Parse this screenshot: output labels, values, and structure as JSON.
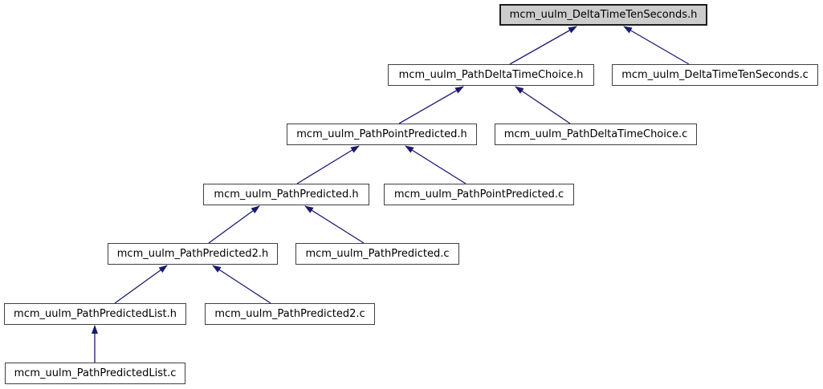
{
  "graph": {
    "type": "include-dependency-graph",
    "edge_color": "#191970",
    "node_fill": "#ffffff",
    "highlight_fill": "#cccccc",
    "border_color": "#404040",
    "nodes": [
      {
        "id": "n0",
        "label": "mcm_uulm_DeltaTimeTenSeconds.h",
        "highlighted": true
      },
      {
        "id": "n1",
        "label": "mcm_uulm_PathDeltaTimeChoice.h",
        "highlighted": false
      },
      {
        "id": "n2",
        "label": "mcm_uulm_DeltaTimeTenSeconds.c",
        "highlighted": false
      },
      {
        "id": "n3",
        "label": "mcm_uulm_PathPointPredicted.h",
        "highlighted": false
      },
      {
        "id": "n4",
        "label": "mcm_uulm_PathDeltaTimeChoice.c",
        "highlighted": false
      },
      {
        "id": "n5",
        "label": "mcm_uulm_PathPredicted.h",
        "highlighted": false
      },
      {
        "id": "n6",
        "label": "mcm_uulm_PathPointPredicted.c",
        "highlighted": false
      },
      {
        "id": "n7",
        "label": "mcm_uulm_PathPredicted2.h",
        "highlighted": false
      },
      {
        "id": "n8",
        "label": "mcm_uulm_PathPredicted.c",
        "highlighted": false
      },
      {
        "id": "n9",
        "label": "mcm_uulm_PathPredictedList.h",
        "highlighted": false
      },
      {
        "id": "n10",
        "label": "mcm_uulm_PathPredicted2.c",
        "highlighted": false
      },
      {
        "id": "n11",
        "label": "mcm_uulm_PathPredictedList.c",
        "highlighted": false
      }
    ],
    "edges": [
      {
        "from": "mcm_uulm_PathDeltaTimeChoice.h",
        "to": "mcm_uulm_DeltaTimeTenSeconds.h"
      },
      {
        "from": "mcm_uulm_DeltaTimeTenSeconds.c",
        "to": "mcm_uulm_DeltaTimeTenSeconds.h"
      },
      {
        "from": "mcm_uulm_PathPointPredicted.h",
        "to": "mcm_uulm_PathDeltaTimeChoice.h"
      },
      {
        "from": "mcm_uulm_PathDeltaTimeChoice.c",
        "to": "mcm_uulm_PathDeltaTimeChoice.h"
      },
      {
        "from": "mcm_uulm_PathPredicted.h",
        "to": "mcm_uulm_PathPointPredicted.h"
      },
      {
        "from": "mcm_uulm_PathPointPredicted.c",
        "to": "mcm_uulm_PathPointPredicted.h"
      },
      {
        "from": "mcm_uulm_PathPredicted2.h",
        "to": "mcm_uulm_PathPredicted.h"
      },
      {
        "from": "mcm_uulm_PathPredicted.c",
        "to": "mcm_uulm_PathPredicted.h"
      },
      {
        "from": "mcm_uulm_PathPredictedList.h",
        "to": "mcm_uulm_PathPredicted2.h"
      },
      {
        "from": "mcm_uulm_PathPredicted2.c",
        "to": "mcm_uulm_PathPredicted2.h"
      },
      {
        "from": "mcm_uulm_PathPredictedList.c",
        "to": "mcm_uulm_PathPredictedList.h"
      }
    ]
  }
}
